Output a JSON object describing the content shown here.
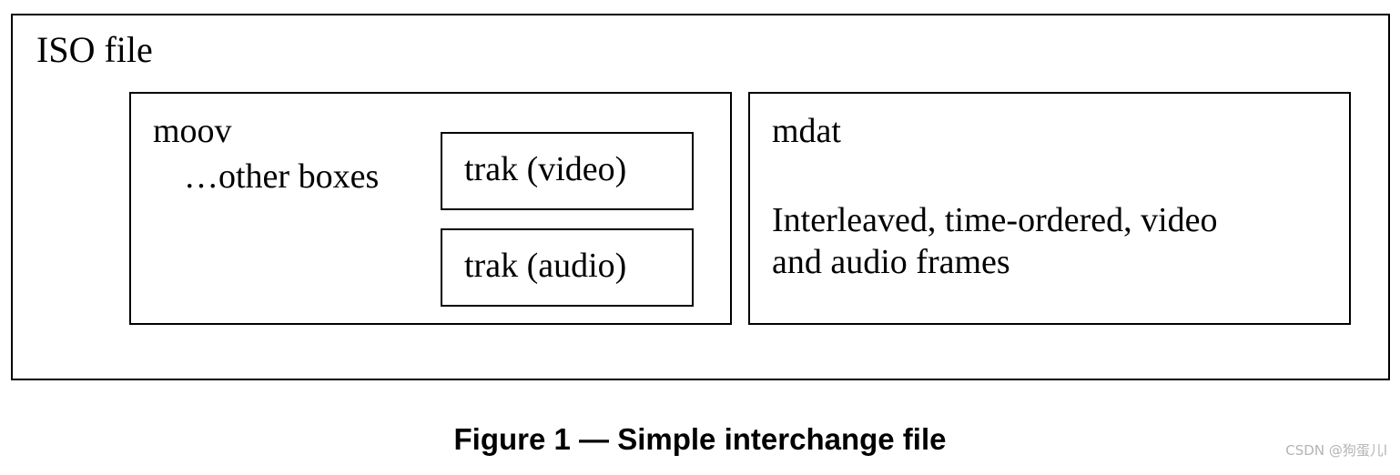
{
  "diagram": {
    "iso_file": {
      "label": "ISO file"
    },
    "moov": {
      "label": "moov",
      "other_boxes": "…other boxes",
      "trak_video": {
        "label": "trak (video)"
      },
      "trak_audio": {
        "label": "trak (audio)"
      }
    },
    "mdat": {
      "label": "mdat",
      "description_line1": "Interleaved, time-ordered, video",
      "description_line2": "and audio frames"
    }
  },
  "caption": "Figure 1 — Simple interchange file",
  "watermark": "CSDN @狗蛋儿l"
}
